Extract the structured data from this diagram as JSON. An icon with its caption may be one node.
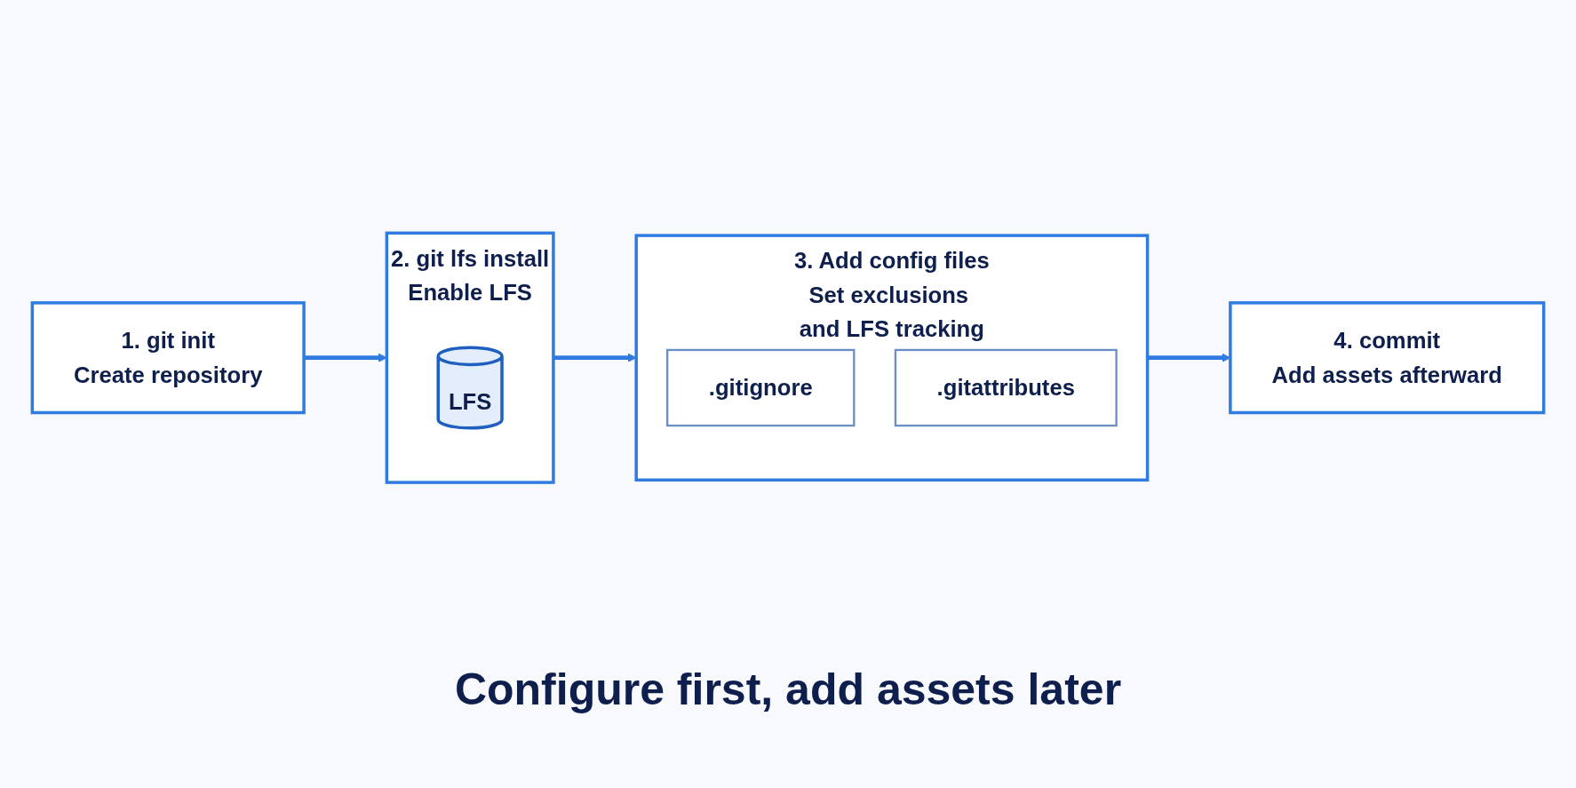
{
  "diagram": {
    "caption": "Configure first, add assets later",
    "nodes": [
      {
        "text": [
          "1. git init",
          "Create repository"
        ]
      },
      {
        "text": [
          "2. git lfs install",
          "Enable LFS"
        ]
      },
      {
        "text": [
          "LFS"
        ],
        "in": 1
      },
      {
        "text": [
          "3. Add config files",
          "Set exclusions and LFS tracking"
        ]
      },
      {
        "text": [
          ".gitignore"
        ],
        "in": 3
      },
      {
        "text": [
          ".gitattributes"
        ],
        "in": 3
      },
      {
        "text": [
          "4. commit",
          "Add assets afterward"
        ]
      }
    ],
    "edges": [
      {
        "from": 0,
        "to": 1,
        "arrow": "to"
      },
      {
        "from": 1,
        "to": 3,
        "arrow": "to"
      },
      {
        "from": 3,
        "to": 6,
        "arrow": "to"
      }
    ]
  }
}
